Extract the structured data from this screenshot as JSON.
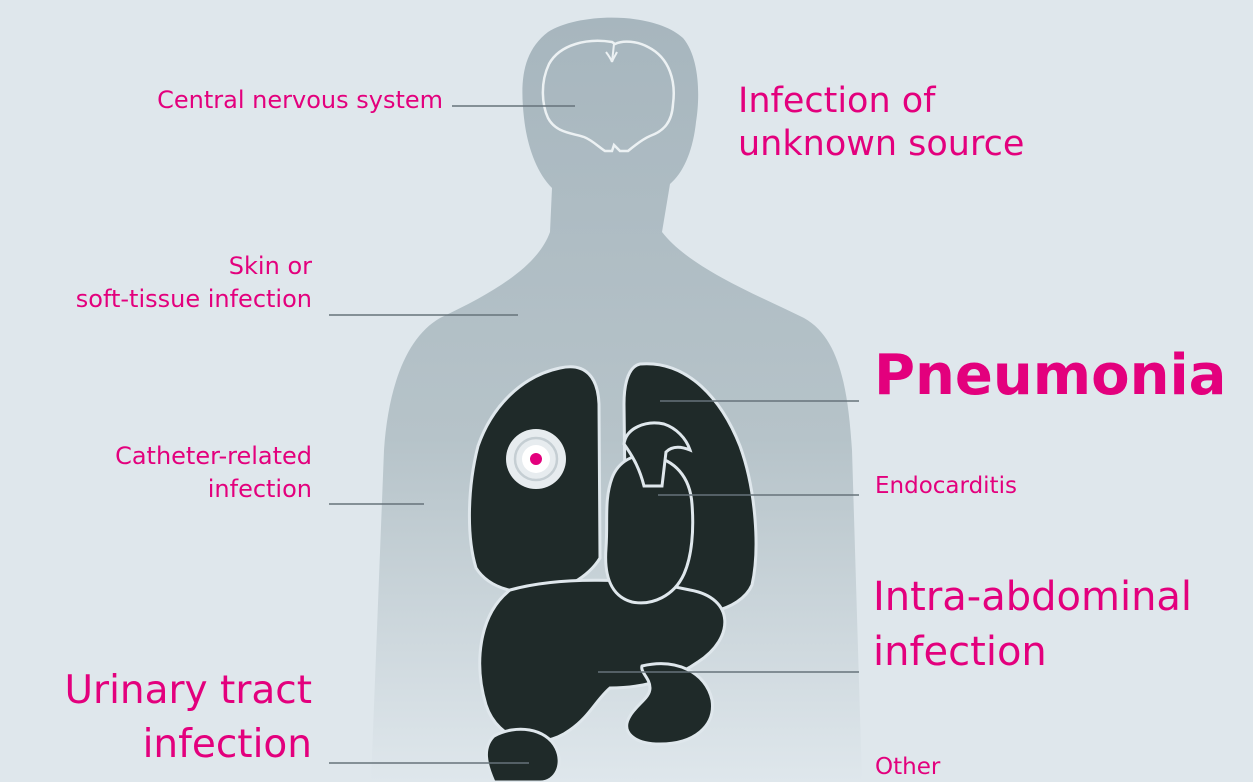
{
  "diagram": {
    "labels": {
      "cns": [
        "Central nervous system"
      ],
      "unknown": [
        "Infection of",
        "unknown source"
      ],
      "skin": [
        "Skin or",
        "soft-tissue infection"
      ],
      "pneumonia": [
        "Pneumonia"
      ],
      "catheter": [
        "Catheter-related",
        "infection"
      ],
      "endocarditis": [
        "Endocarditis"
      ],
      "intra_abdominal": [
        "Intra-abdominal",
        "infection"
      ],
      "urinary": [
        "Urinary tract",
        "infection"
      ],
      "other": [
        "Other"
      ]
    },
    "colors": {
      "background": "#dfe7ec",
      "label": "#e3007d",
      "body_silhouette": "#a9b8bf",
      "organs": "#1f2a29",
      "leader_line": "#66737a"
    },
    "icons": {
      "catheter_marker": "target-ring-icon"
    }
  }
}
